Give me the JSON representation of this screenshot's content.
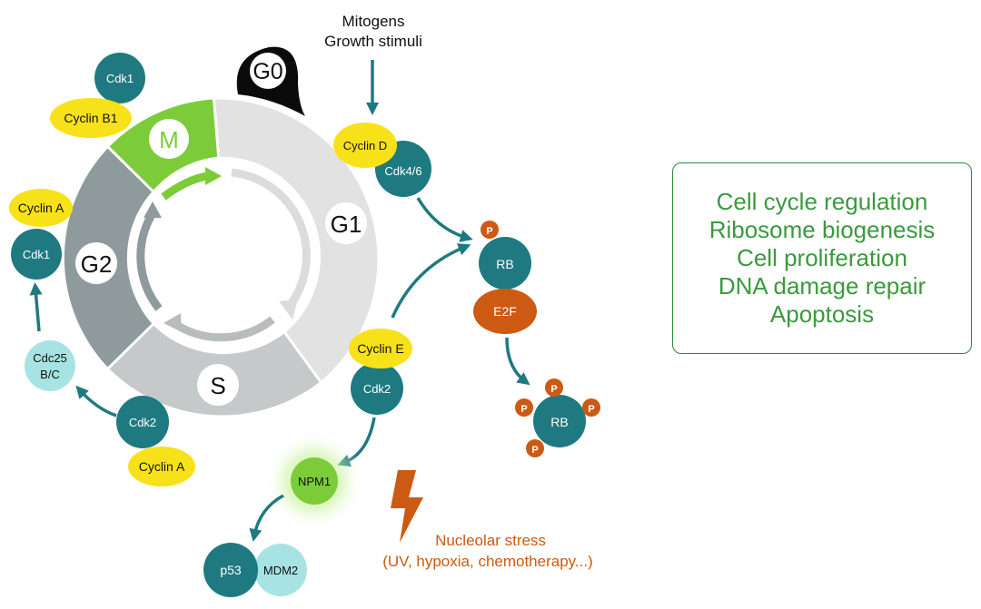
{
  "phases": {
    "g0": "G0",
    "g1": "G1",
    "s": "S",
    "g2": "G2",
    "m": "M"
  },
  "mitogens": {
    "line1": "Mitogens",
    "line2": "Growth stimuli"
  },
  "g1_complex": {
    "cyclin": "Cyclin D",
    "cdk": "Cdk4/6"
  },
  "m_complex": {
    "cdk": "Cdk1",
    "cyclin": "Cyclin B1"
  },
  "g2_complex": {
    "cyclin": "Cyclin A",
    "cdk": "Cdk1"
  },
  "cdc25": {
    "line1": "Cdc25",
    "line2": "B/C"
  },
  "s_complex": {
    "cdk": "Cdk2",
    "cyclin": "Cyclin A"
  },
  "g1s_complex": {
    "cyclin": "Cyclin E",
    "cdk": "Cdk2"
  },
  "rb_e2f": {
    "rb": "RB",
    "e2f": "E2F",
    "phospho": "P"
  },
  "rb_phos": {
    "rb": "RB",
    "phospho": "P"
  },
  "npm1": "NPM1",
  "p53": "p53",
  "mdm2": "MDM2",
  "stress": {
    "line1": "Nucleolar stress",
    "line2": "(UV, hypoxia, chemotherapy...)"
  },
  "functions": [
    "Cell cycle regulation",
    "Ribosome biogenesis",
    "Cell proliferation",
    "DNA damage repair",
    "Apoptosis"
  ],
  "colors": {
    "teal": "#1e7a80",
    "yellow": "#f7e21a",
    "green": "#7ccc3a",
    "orange": "#cc5a12",
    "light_cyan": "#a8e3e3",
    "g1_gray": "#e2e2e2",
    "s_gray": "#c6c9ca",
    "g2_gray": "#8f9a9c",
    "text_green": "#3a9a3c"
  }
}
